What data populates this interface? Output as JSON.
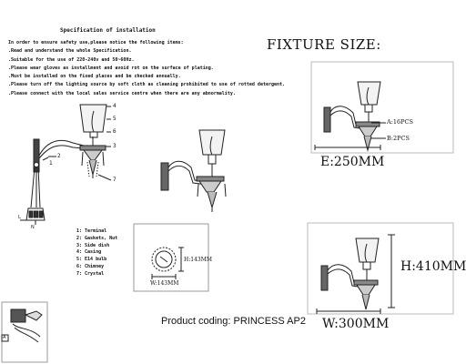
{
  "spec": {
    "title": "Specification of installation",
    "lines": [
      "In order to ensure safety use,please notice the following items:",
      ".Read and understand the whole Specification.",
      ".Suitable for the use of 220-240v and 50~60Hz.",
      ".Please wear gloves as installment and avoid rot on the surface of plating.",
      ".Must be installed on the fixed places and be checked annually.",
      ".Please turn off the lighting source by soft cloth as cleaning prohibited to use of rotted detergent.",
      ".Please connect with the local sales service centre when there are any abnormality."
    ]
  },
  "fixture_size": {
    "title": "FIXTURE SIZE:",
    "parts": [
      {
        "label": "A:16PCS"
      },
      {
        "label": "B:2PCS"
      }
    ],
    "e_label": "E:250MM",
    "h_label": "H:410MM",
    "w_label": "W:300MM"
  },
  "callouts": [
    "1",
    "2",
    "3",
    "4",
    "5",
    "6",
    "7"
  ],
  "legend": [
    "1: Terminal",
    "2: Gaskets, Nut",
    "3: Side dish",
    "4: Casing",
    "5: E14 bulb",
    "6: Chimney",
    "7: Crystal"
  ],
  "base_plate": {
    "h_label": "H:143MM",
    "w_label": "W:143MM"
  },
  "product_coding": "Product coding: PRINCESS AP2",
  "wiring_label": "A"
}
